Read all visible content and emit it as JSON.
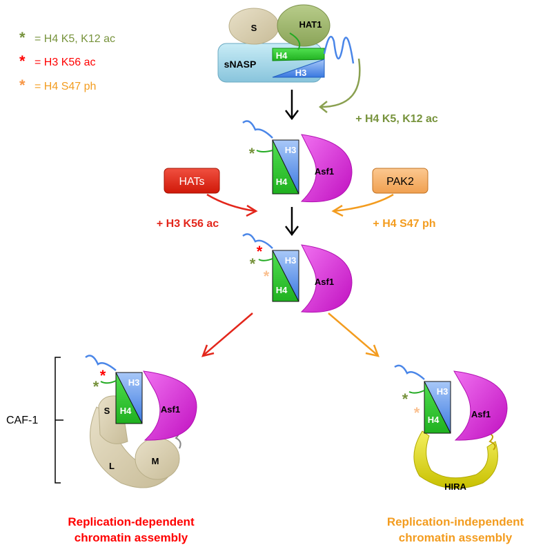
{
  "legend": {
    "green": {
      "symbol": "*",
      "text": "= H4 K5, K12 ac"
    },
    "red": {
      "symbol": "*",
      "text": "= H3 K56 ac"
    },
    "orange": {
      "symbol": "*",
      "text": "= H4 S47 ph"
    }
  },
  "top_complex": {
    "s": "S",
    "hat1": "HAT1",
    "snasp": "sNASP",
    "h4": "H4",
    "h3": "H3"
  },
  "step1_label": "+ H4 K5, K12 ac",
  "asf1_a": {
    "h3": "H3",
    "h4": "H4",
    "asf1": "Asf1"
  },
  "hats_box": "HATs",
  "pak2_box": "PAK2",
  "step2_left": "+ H3 K56 ac",
  "step2_right": "+ H4 S47 ph",
  "asf1_b": {
    "h3": "H3",
    "h4": "H4",
    "asf1": "Asf1"
  },
  "caf1": {
    "label": "CAF-1",
    "s": "S",
    "l": "L",
    "m": "M",
    "h3": "H3",
    "h4": "H4",
    "asf1": "Asf1"
  },
  "hira": {
    "label": "HIRA",
    "h3": "H3",
    "h4": "H4",
    "asf1": "Asf1"
  },
  "bottom_left": {
    "line1": "Replication-dependent",
    "line2": "chromatin assembly"
  },
  "bottom_right": {
    "line1": "Replication-independent",
    "line2": "chromatin assembly"
  },
  "colors": {
    "green_mark": "#76923c",
    "red_mark": "#ff0000",
    "orange_mark": "#f79646",
    "light_orange_mark": "#fac090",
    "olive_text": "#77933c",
    "red_text": "#e3261b",
    "orange_text": "#f39c1f",
    "h3": "#4a86e8",
    "h4": "#2fd12f",
    "asf1": "#e020e0",
    "hira": "#e8e022",
    "caf": "#d9d0b0",
    "snasp": "#a9d8ea"
  }
}
